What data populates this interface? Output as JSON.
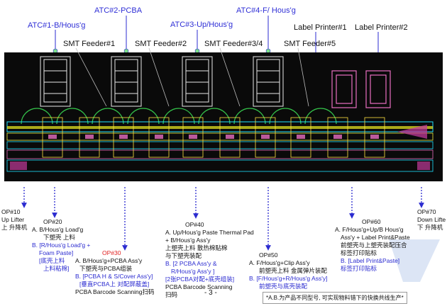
{
  "header": {
    "atc_labels": [
      "ATC#1-B/Hous'g",
      "ATC#2-PCBA",
      "ATC#3-Up/Hous'g",
      "ATC#4-F/ Hous'g"
    ],
    "label_printers": [
      "Label Printer#1",
      "Label Printer#2"
    ],
    "feeders": [
      "SMT Feeder#1",
      "SMT Feeder#2",
      "SMT Feeder#3/4",
      "SMT Feeder#5"
    ]
  },
  "ops": {
    "op10": {
      "title": "OP#10",
      "lines": [
        "Up Lifter",
        "上 升降机"
      ]
    },
    "op20": {
      "title": "OP#20",
      "lines_black": [
        "A.    B/Hous'g Load'g",
        "下塑壳 上料"
      ],
      "lines_blue": [
        "B. [R/Hous'g Load'g +",
        "Foam Paste]",
        "[底壳上料",
        "上料粘棉]"
      ]
    },
    "op30": {
      "title": "OP#30",
      "lines_black": [
        "A. B/Hous'g+PCBA Ass'y",
        "下塑壳与PCBA组装"
      ],
      "lines_blue": [
        "B. [PCBA H & S/Cover Ass'y]",
        "[垂直PCBA上 对配屏蔽盖]"
      ],
      "tail": "PCBA Barcode Scanning扫码"
    },
    "op40": {
      "title": "OP#40",
      "lines_black": [
        "A. Up/Hous'g Paste Thermal Pad",
        "+ B/Hous'g Ass'y",
        "上塑壳上料 散热棉贴棉",
        "与下塑壳装配"
      ],
      "lines_blue": [
        "B. [2 PCBA Ass'y &",
        "R/Hous'g Ass'y ]",
        "[2张PCBA对配+底壳组装]"
      ],
      "tail_lines": [
        "PCBA Barcode Scanning",
        "扫码"
      ]
    },
    "op50": {
      "title": "OP#50",
      "lines_black": [
        "A.    F/Hous'g+Clip Ass'y",
        "前塑壳上料 金属弹片装配"
      ],
      "lines_blue": [
        "B. [F/Hous'g+R/Hous'g Ass'y]",
        "前塑壳与底壳装配"
      ]
    },
    "op60": {
      "title": "OP#60",
      "lines_black": [
        "A. F/Hous'g+Up/B Hous'g",
        "Ass'y + Label Print&Paste",
        "前塑壳与上塑壳装配压合",
        "标签打印贴标"
      ],
      "lines_blue": [
        "B. [Label Print&Paste]",
        "标签打印贴标"
      ]
    },
    "op70": {
      "title": "OP#70",
      "lines": [
        "Down Lifte",
        "下 升降机"
      ]
    }
  },
  "page_number": "- 3 -",
  "note": "*A.B.为产品不同型号, 可实现物料错下的快换共线生产*",
  "colors": {
    "blue_text": "#2b2bd0",
    "red_text": "#e02020",
    "cad_bg": "#0a0a0a",
    "arrow": "#2b2bd0"
  }
}
